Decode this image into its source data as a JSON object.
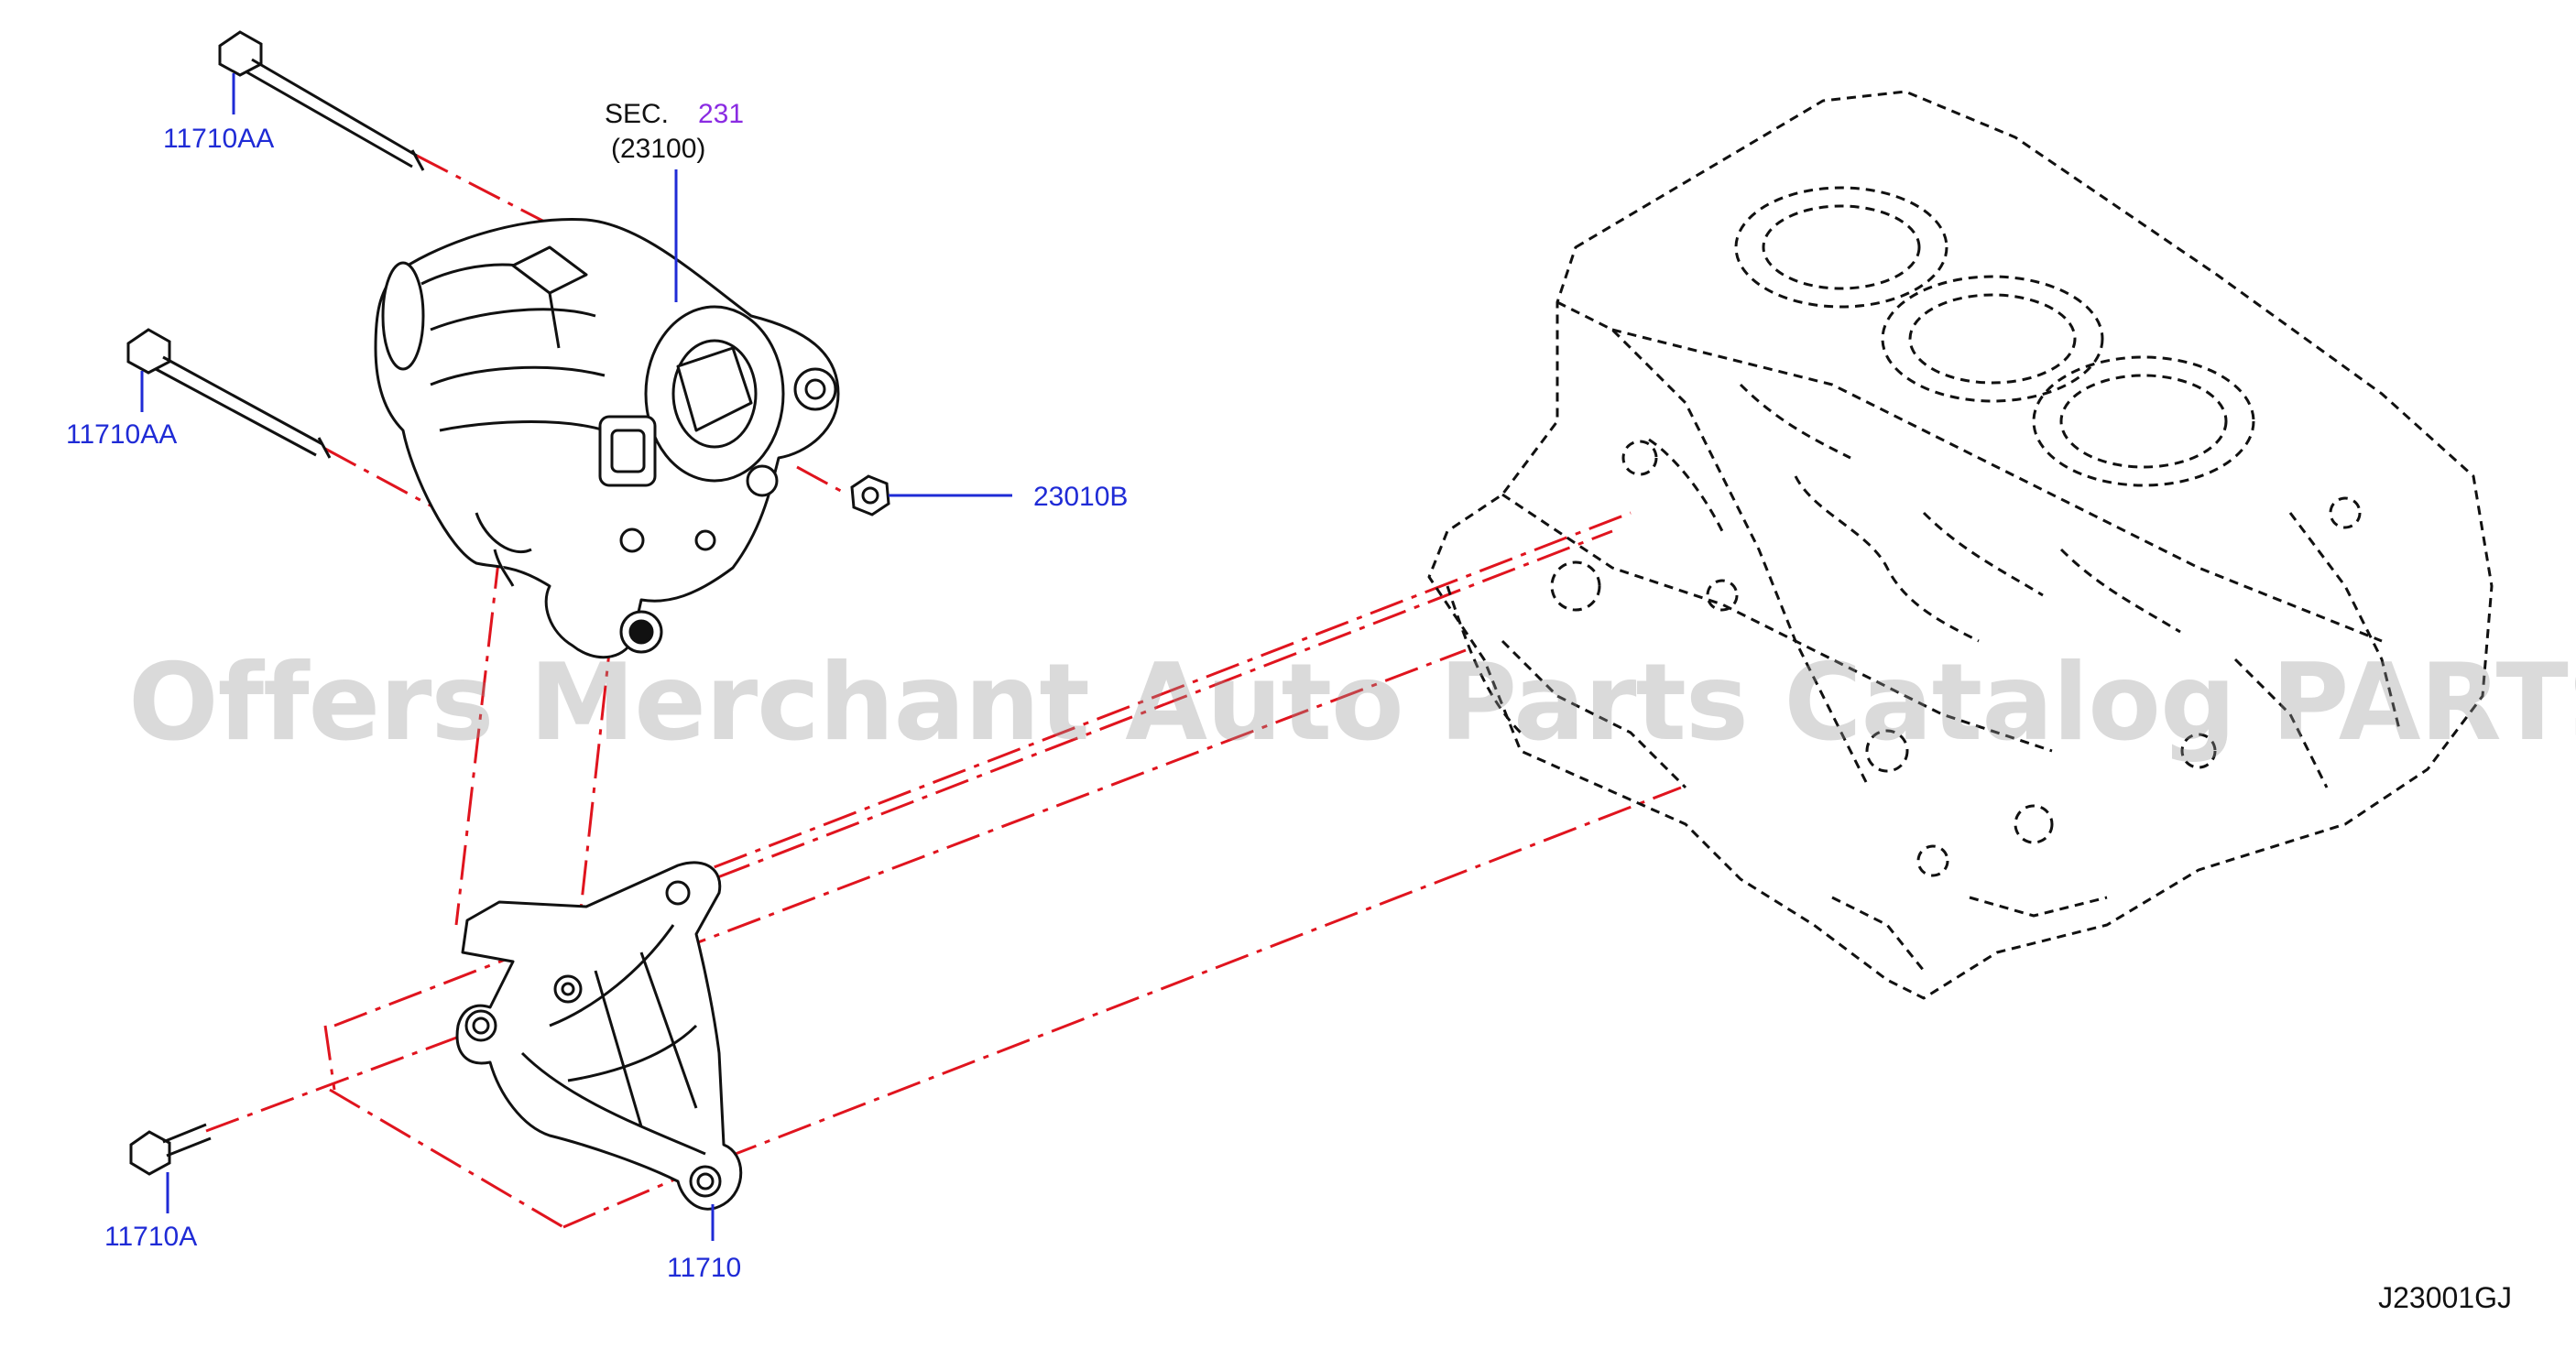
{
  "labels": {
    "bolt_upper": "11710AA",
    "bolt_middle": "11710AA",
    "bolt_lower": "11710A",
    "bracket": "11710",
    "nut": "23010B",
    "sec_prefix": "SEC.",
    "sec_number": "231",
    "alternator_part": "(23100)"
  },
  "watermark": "Offers Merchant Auto Parts Catalog PARTSTORE.SA",
  "diagram_code": "J23001GJ",
  "colors": {
    "part_number": "#1f2bd6",
    "section_link": "#8a2be2",
    "centerline": "#e0141e",
    "line_art": "#111111"
  },
  "icons": [
    "bolt-icon",
    "nut-icon",
    "alternator-icon",
    "bracket-icon",
    "engine-block-icon"
  ]
}
